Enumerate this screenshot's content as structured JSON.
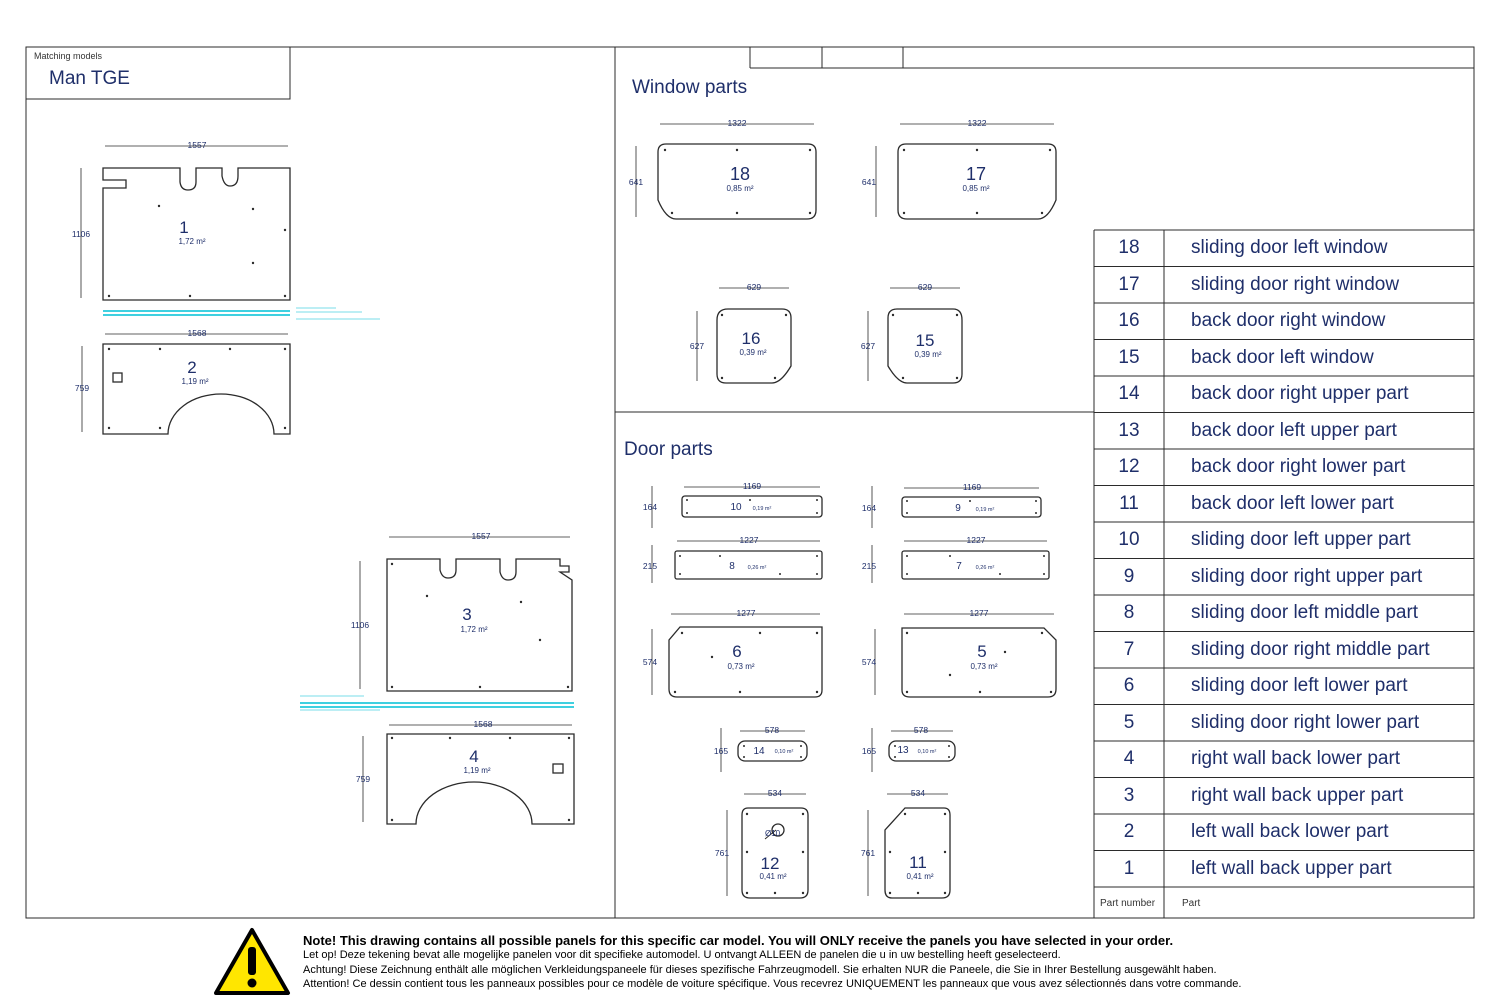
{
  "header": {
    "matching_label": "Matching models",
    "model": "Man TGE"
  },
  "sections": {
    "window_title": "Window parts",
    "door_title": "Door parts"
  },
  "panels": [
    {
      "id": "p1",
      "number": "1",
      "area": "1,72 m²",
      "width": "1557",
      "height": "1106"
    },
    {
      "id": "p2",
      "number": "2",
      "area": "1,19 m²",
      "width": "1568",
      "height": "759"
    },
    {
      "id": "p3",
      "number": "3",
      "area": "1,72 m²",
      "width": "1557",
      "height": "1106"
    },
    {
      "id": "p4",
      "number": "4",
      "area": "1,19 m²",
      "width": "1568",
      "height": "759"
    },
    {
      "id": "p18",
      "number": "18",
      "area": "0,85 m²",
      "width": "1322",
      "height": "641"
    },
    {
      "id": "p17",
      "number": "17",
      "area": "0,85 m²",
      "width": "1322",
      "height": "641"
    },
    {
      "id": "p16",
      "number": "16",
      "area": "0,39 m²",
      "width": "629",
      "height": "627"
    },
    {
      "id": "p15",
      "number": "15",
      "area": "0,39 m²",
      "width": "629",
      "height": "627"
    },
    {
      "id": "p10",
      "number": "10",
      "area": "0,19 m²",
      "width": "1169",
      "height": "164"
    },
    {
      "id": "p9",
      "number": "9",
      "area": "0,19 m²",
      "width": "1169",
      "height": "164"
    },
    {
      "id": "p8",
      "number": "8",
      "area": "0,26 m²",
      "width": "1227",
      "height": "215"
    },
    {
      "id": "p7",
      "number": "7",
      "area": "0,26 m²",
      "width": "1227",
      "height": "215"
    },
    {
      "id": "p6",
      "number": "6",
      "area": "0,73 m²",
      "width": "1277",
      "height": "574"
    },
    {
      "id": "p5",
      "number": "5",
      "area": "0,73 m²",
      "width": "1277",
      "height": "574"
    },
    {
      "id": "p14",
      "number": "14",
      "area": "0,10 m²",
      "width": "578",
      "height": "165"
    },
    {
      "id": "p13",
      "number": "13",
      "area": "0,10 m²",
      "width": "578",
      "height": "165"
    },
    {
      "id": "p12",
      "number": "12",
      "area": "0,41 m²",
      "width": "534",
      "height": "761"
    },
    {
      "id": "p11",
      "number": "11",
      "area": "0,41 m²",
      "width": "534",
      "height": "761"
    }
  ],
  "hole_label": "Ø10",
  "parts_table": {
    "rows": [
      {
        "number": "18",
        "name": "sliding door left window"
      },
      {
        "number": "17",
        "name": "sliding door right window"
      },
      {
        "number": "16",
        "name": "back door right window"
      },
      {
        "number": "15",
        "name": "back door left window"
      },
      {
        "number": "14",
        "name": "back door right upper part"
      },
      {
        "number": "13",
        "name": "back door left upper part"
      },
      {
        "number": "12",
        "name": "back door right lower part"
      },
      {
        "number": "11",
        "name": "back door left lower part"
      },
      {
        "number": "10",
        "name": "sliding door left upper part"
      },
      {
        "number": "9",
        "name": "sliding door right upper part"
      },
      {
        "number": "8",
        "name": "sliding door left middle part"
      },
      {
        "number": "7",
        "name": "sliding door right middle part"
      },
      {
        "number": "6",
        "name": "sliding door left lower part"
      },
      {
        "number": "5",
        "name": "sliding door right lower part"
      },
      {
        "number": "4",
        "name": "right wall back lower part"
      },
      {
        "number": "3",
        "name": "right wall back upper part"
      },
      {
        "number": "2",
        "name": "left wall back lower part"
      },
      {
        "number": "1",
        "name": "left wall back upper part"
      }
    ],
    "footer_number": "Part number",
    "footer_part": "Part"
  },
  "note": {
    "line_en": "Note! This drawing contains all possible panels for this specific car model. You will ONLY receive the panels you have selected in your order.",
    "line_nl": "Let op! Deze tekening bevat alle mogelijke panelen voor dit specifieke automodel. U ontvangt ALLEEN de panelen die u in uw bestelling heeft geselecteerd.",
    "line_de": "Achtung! Diese Zeichnung enthält alle möglichen Verkleidungspaneele für dieses spezifische Fahrzeugmodell. Sie erhalten NUR die Paneele, die Sie in Ihrer Bestellung ausgewählt haben.",
    "line_fr": "Attention! Ce dessin contient tous les panneaux possibles pour ce modèle de voiture spécifique. Vous recevrez UNIQUEMENT les panneaux que vous avez sélectionnés dans votre commande."
  },
  "colors": {
    "line": "#2b2b2b",
    "text": "#1f2f6a",
    "cyan": "#3fd0e0",
    "warn_yellow": "#ffe600"
  }
}
